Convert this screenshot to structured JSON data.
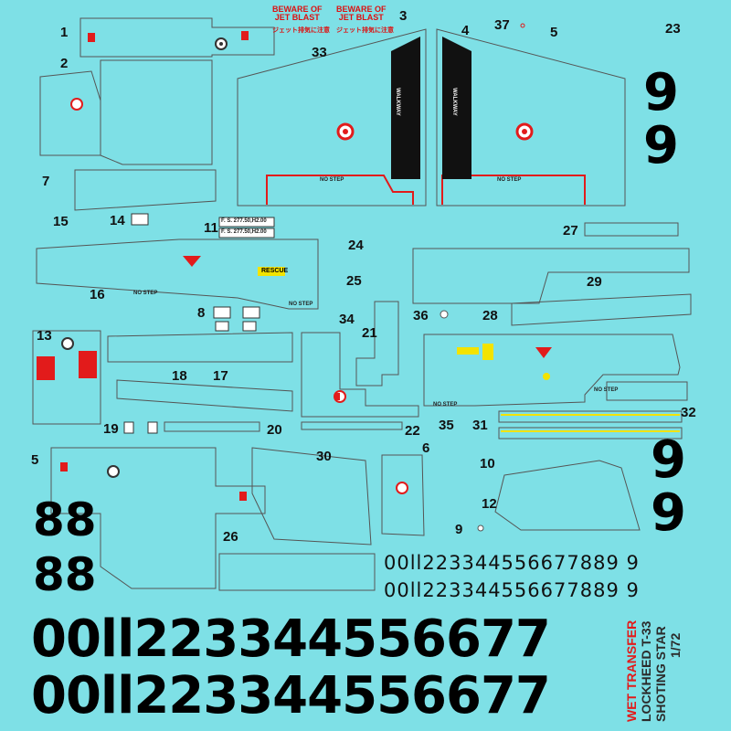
{
  "sheet": {
    "background": "#7ee0e6",
    "outline_color": "#555555",
    "red_color": "#e21b1b"
  },
  "callouts": [
    "1",
    "2",
    "3",
    "4",
    "37",
    "5",
    "23",
    "33",
    "7",
    "15",
    "14",
    "11",
    "27",
    "24",
    "25",
    "29",
    "16",
    "8",
    "34",
    "21",
    "36",
    "28",
    "13",
    "18",
    "17",
    "19",
    "20",
    "22",
    "35",
    "31",
    "32",
    "30",
    "6",
    "10",
    "12",
    "26",
    "9",
    "5"
  ],
  "warnings": {
    "jet_blast_left": "BEWARE OF\nJET BLAST",
    "jet_blast_right": "BEWARE OF\nJET BLAST",
    "jet_blast_jp_left": "ジェット排気に注意",
    "jet_blast_jp_right": "ジェット排気に注意",
    "no_step": "NO STEP",
    "walkway": "WALKWAY",
    "rescue": "RESCUE",
    "fs_1": "F. S. 277.50,H2.00",
    "fs_2": "F. S. 277.50,H2.00"
  },
  "digits": {
    "big_9": "9",
    "big_88": "88",
    "serial_small": "00ll223344556677889 9",
    "serial_large": "00ll223344556677"
  },
  "title": {
    "brand": "WET TRANSFER",
    "line1": "LOCKHEED T-33",
    "line2": "SHOTING STAR",
    "scale": "1/72"
  }
}
